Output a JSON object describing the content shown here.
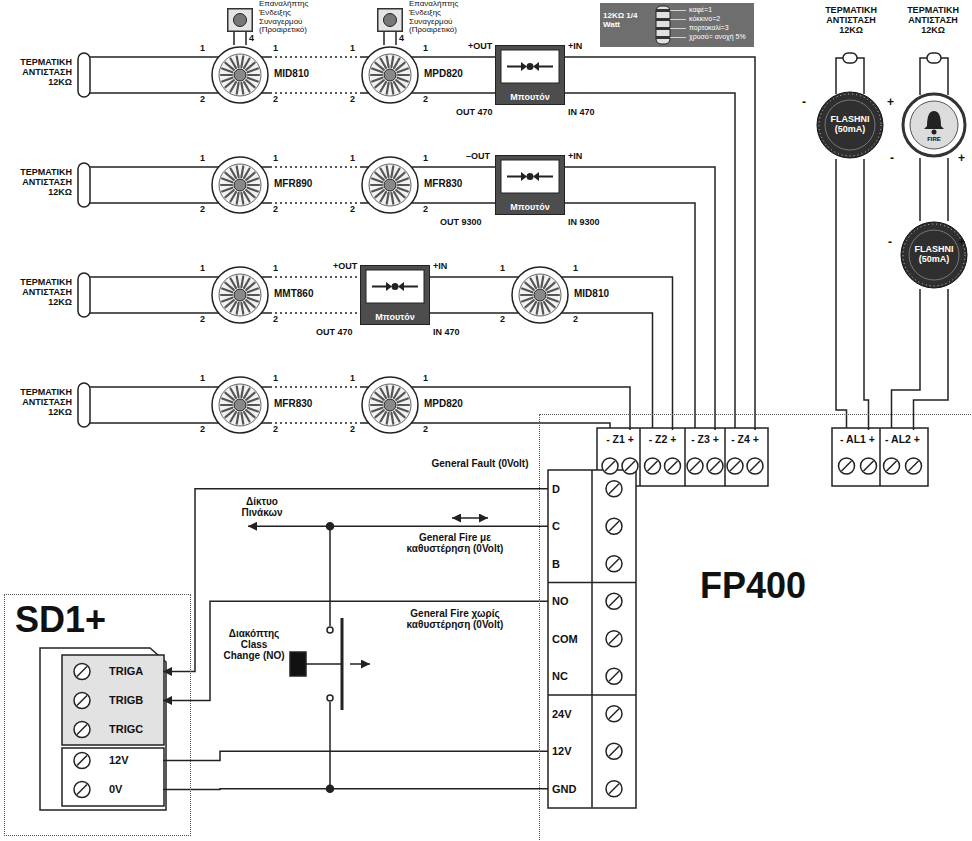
{
  "diagram": {
    "nodes": [
      {
        "text": [
          "Επαναλήπτης Ένδειξης Συναγερμού (Προαιρετικό)"
        ]
      },
      {
        "text": [
          "Επαναλήπτης Ένδειξης Συναγερμού (Προαιρετικό)"
        ]
      },
      {
        "text": [
          "FLASHNI (50mA)"
        ]
      },
      {
        "text": [
          "FIRE"
        ]
      },
      {
        "text": [
          "MID810"
        ]
      },
      {
        "text": [
          "MPD820"
        ]
      },
      {
        "text": [
          "Μπουτόν"
        ]
      },
      {
        "text": [
          "FLASHNI (50mA)"
        ]
      },
      {
        "text": [
          "MFR890"
        ]
      },
      {
        "text": [
          "MFR830"
        ]
      },
      {
        "text": [
          "Μπουτόν"
        ]
      },
      {
        "text": [
          "MMT860"
        ]
      },
      {
        "text": [
          "Μπουτόν"
        ]
      },
      {
        "text": [
          "MID810"
        ]
      },
      {
        "text": [
          "MFR830"
        ]
      },
      {
        "text": [
          "MPD820"
        ]
      },
      {
        "text": [
          "SD1+"
        ]
      },
      {
        "text": [
          "TRIGA"
        ],
        "in": 16
      },
      {
        "text": [
          "TRIGB"
        ],
        "in": 16
      },
      {
        "text": [
          "TRIGC"
        ],
        "in": 16
      },
      {
        "text": [
          "12V"
        ],
        "in": 16
      },
      {
        "text": [
          "0V"
        ],
        "in": 16
      },
      {
        "text": [
          "FP400"
        ]
      },
      {
        "text": [
          "- Z1 +"
        ],
        "in": 22
      },
      {
        "text": [
          "- Z2 +"
        ],
        "in": 22
      },
      {
        "text": [
          "- Z3 +"
        ],
        "in": 22
      },
      {
        "text": [
          "- Z4 +"
        ],
        "in": 22
      },
      {
        "text": [
          "- AL1 +"
        ],
        "in": 22
      },
      {
        "text": [
          "- AL2 +"
        ],
        "in": 22
      },
      {
        "text": [
          "D"
        ],
        "in": 22
      },
      {
        "text": [
          "C"
        ],
        "in": 22
      },
      {
        "text": [
          "B"
        ],
        "in": 22
      },
      {
        "text": [
          "NO"
        ],
        "in": 22
      },
      {
        "text": [
          "COM"
        ],
        "in": 22
      },
      {
        "text": [
          "NC"
        ],
        "in": 22
      },
      {
        "text": [
          "24V"
        ],
        "in": 22
      },
      {
        "text": [
          "12V"
        ],
        "in": 22
      },
      {
        "text": [
          "GND"
        ],
        "in": 22
      }
    ],
    "edges": [
      {
        "from": 0,
        "to": 4,
        "arrow": "none"
      },
      {
        "from": 1,
        "to": 5,
        "arrow": "none"
      },
      {
        "from": 4,
        "to": 5,
        "arrow": "none"
      },
      {
        "from": 5,
        "to": 6,
        "arrow": "none"
      },
      {
        "from": 6,
        "to": 26,
        "arrow": "none"
      },
      {
        "from": 8,
        "to": 9,
        "arrow": "none"
      },
      {
        "from": 9,
        "to": 10,
        "arrow": "none"
      },
      {
        "from": 10,
        "to": 25,
        "arrow": "none"
      },
      {
        "from": 11,
        "to": 12,
        "arrow": "none"
      },
      {
        "from": 12,
        "to": 13,
        "arrow": "none"
      },
      {
        "from": 13,
        "to": 24,
        "arrow": "none"
      },
      {
        "from": 14,
        "to": 15,
        "arrow": "none"
      },
      {
        "from": 15,
        "to": 23,
        "arrow": "none"
      },
      {
        "from": 2,
        "to": 27,
        "arrow": "none"
      },
      {
        "from": 3,
        "to": 7,
        "arrow": "none"
      },
      {
        "from": 7,
        "to": 28,
        "arrow": "none"
      },
      {
        "from": 29,
        "to": 17,
        "arrow": "to",
        "label": "General Fault (0Volt)"
      },
      {
        "from": 32,
        "to": 18,
        "arrow": "to",
        "label": "General Fire χωρίς καθυστέρηση (0Volt)"
      },
      {
        "from": 36,
        "to": 20,
        "arrow": "none"
      },
      {
        "from": 37,
        "to": 21,
        "arrow": "none"
      }
    ],
    "labels": [
      "ΤΕΡΜΑΤΙΚΗ ΑΝΤΙΣΤΑΣΗ 12ΚΩ",
      "ΤΕΡΜΑΤΙΚΗ ΑΝΤΙΣΤΑΣΗ 12ΚΩ",
      "ΤΕΡΜΑΤΙΚΗ ΑΝΤΙΣΤΑΣΗ 12ΚΩ",
      "ΤΕΡΜΑΤΙΚΗ ΑΝΤΙΣΤΑΣΗ 12ΚΩ",
      "ΤΕΡΜΑΤΙΚΗ ΑΝΤΙΣΤΑΣΗ 12ΚΩ",
      "ΤΕΡΜΑΤΙΚΗ ΑΝΤΙΣΤΑΣΗ 12ΚΩ",
      "12ΚΩ 1/4 Watt",
      "καφέ=1",
      "κόκκινο=2",
      "πορτοκαλί=3",
      "χρυσό= ανοχή 5%",
      "1",
      "2",
      "1",
      "2",
      "4",
      "1",
      "2",
      "1",
      "2",
      "4",
      "1",
      "2",
      "1",
      "2",
      "1",
      "2",
      "1",
      "2",
      "1",
      "2",
      "1",
      "2",
      "1",
      "2",
      "1",
      "2",
      "1",
      "2",
      "1",
      "2",
      "1",
      "2",
      "1",
      "2",
      "+OUT",
      "+IN",
      "OUT 470",
      "IN 470",
      "–OUT",
      "+IN",
      "OUT 9300",
      "IN 9300",
      "+OUT",
      "+IN",
      "OUT 470",
      "IN 470",
      "-",
      "+",
      "-",
      "+",
      "-",
      "+",
      "Δίκτυο Πινάκων",
      "General Fire με καθυστέρηση (0Volt)",
      "Διακόπτης Class Change (NO)"
    ]
  }
}
